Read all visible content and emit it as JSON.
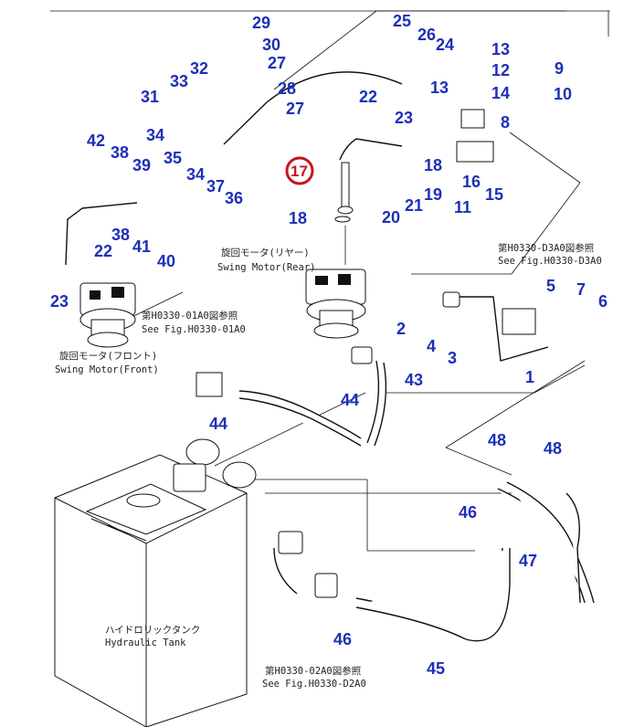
{
  "diagram": {
    "highlight_color": "#c8141e",
    "label_color": "#1d2fb8",
    "part_numbers": [
      {
        "id": "p29",
        "text": "29"
      },
      {
        "id": "p30",
        "text": "30"
      },
      {
        "id": "p27a",
        "text": "27"
      },
      {
        "id": "p28",
        "text": "28"
      },
      {
        "id": "p27b",
        "text": "27"
      },
      {
        "id": "p32",
        "text": "32"
      },
      {
        "id": "p33",
        "text": "33"
      },
      {
        "id": "p31",
        "text": "31"
      },
      {
        "id": "p34a",
        "text": "34"
      },
      {
        "id": "p35",
        "text": "35"
      },
      {
        "id": "p34b",
        "text": "34"
      },
      {
        "id": "p37",
        "text": "37"
      },
      {
        "id": "p36",
        "text": "36"
      },
      {
        "id": "p42",
        "text": "42"
      },
      {
        "id": "p38a",
        "text": "38"
      },
      {
        "id": "p39",
        "text": "39"
      },
      {
        "id": "p38b",
        "text": "38"
      },
      {
        "id": "p41",
        "text": "41"
      },
      {
        "id": "p40",
        "text": "40"
      },
      {
        "id": "p22a",
        "text": "22"
      },
      {
        "id": "p23a",
        "text": "23"
      },
      {
        "id": "p25",
        "text": "25"
      },
      {
        "id": "p26",
        "text": "26"
      },
      {
        "id": "p24",
        "text": "24"
      },
      {
        "id": "p22b",
        "text": "22"
      },
      {
        "id": "p23b",
        "text": "23"
      },
      {
        "id": "p13a",
        "text": "13"
      },
      {
        "id": "p12",
        "text": "12"
      },
      {
        "id": "p13b",
        "text": "13"
      },
      {
        "id": "p9",
        "text": "9"
      },
      {
        "id": "p14",
        "text": "14"
      },
      {
        "id": "p10",
        "text": "10"
      },
      {
        "id": "p8",
        "text": "8"
      },
      {
        "id": "p18a",
        "text": "18"
      },
      {
        "id": "p16",
        "text": "16"
      },
      {
        "id": "p15",
        "text": "15"
      },
      {
        "id": "p19",
        "text": "19"
      },
      {
        "id": "p21",
        "text": "21"
      },
      {
        "id": "p20",
        "text": "20"
      },
      {
        "id": "p11",
        "text": "11"
      },
      {
        "id": "p18b",
        "text": "18"
      },
      {
        "id": "p5",
        "text": "5"
      },
      {
        "id": "p7",
        "text": "7"
      },
      {
        "id": "p6",
        "text": "6"
      },
      {
        "id": "p2",
        "text": "2"
      },
      {
        "id": "p4",
        "text": "4"
      },
      {
        "id": "p3",
        "text": "3"
      },
      {
        "id": "p1",
        "text": "1"
      },
      {
        "id": "p43",
        "text": "43"
      },
      {
        "id": "p44a",
        "text": "44"
      },
      {
        "id": "p44b",
        "text": "44"
      },
      {
        "id": "p48a",
        "text": "48"
      },
      {
        "id": "p48b",
        "text": "48"
      },
      {
        "id": "p46a",
        "text": "46"
      },
      {
        "id": "p47",
        "text": "47"
      },
      {
        "id": "p46b",
        "text": "46"
      },
      {
        "id": "p45",
        "text": "45"
      }
    ],
    "highlighted_part": "17",
    "captions": {
      "swing_motor_rear_jp": "旋回モータ(リヤー)",
      "swing_motor_rear_en": "Swing Motor(Rear)",
      "swing_motor_front_jp": "旋回モータ(フロント)",
      "swing_motor_front_en": "Swing Motor(Front)",
      "see_d3a0_jp": "第H0330-D3A0図参照",
      "see_d3a0_en": "See Fig.H0330-D3A0",
      "see_01a0_jp": "第H0330-01A0図参照",
      "see_01a0_en": "See Fig.H0330-01A0",
      "see_d2a0_jp": "第H0330-02A0図参照",
      "see_d2a0_en": "See Fig.H0330-D2A0",
      "tank_jp": "ハイドロリックタンク",
      "tank_en": "Hydraulic Tank"
    }
  }
}
